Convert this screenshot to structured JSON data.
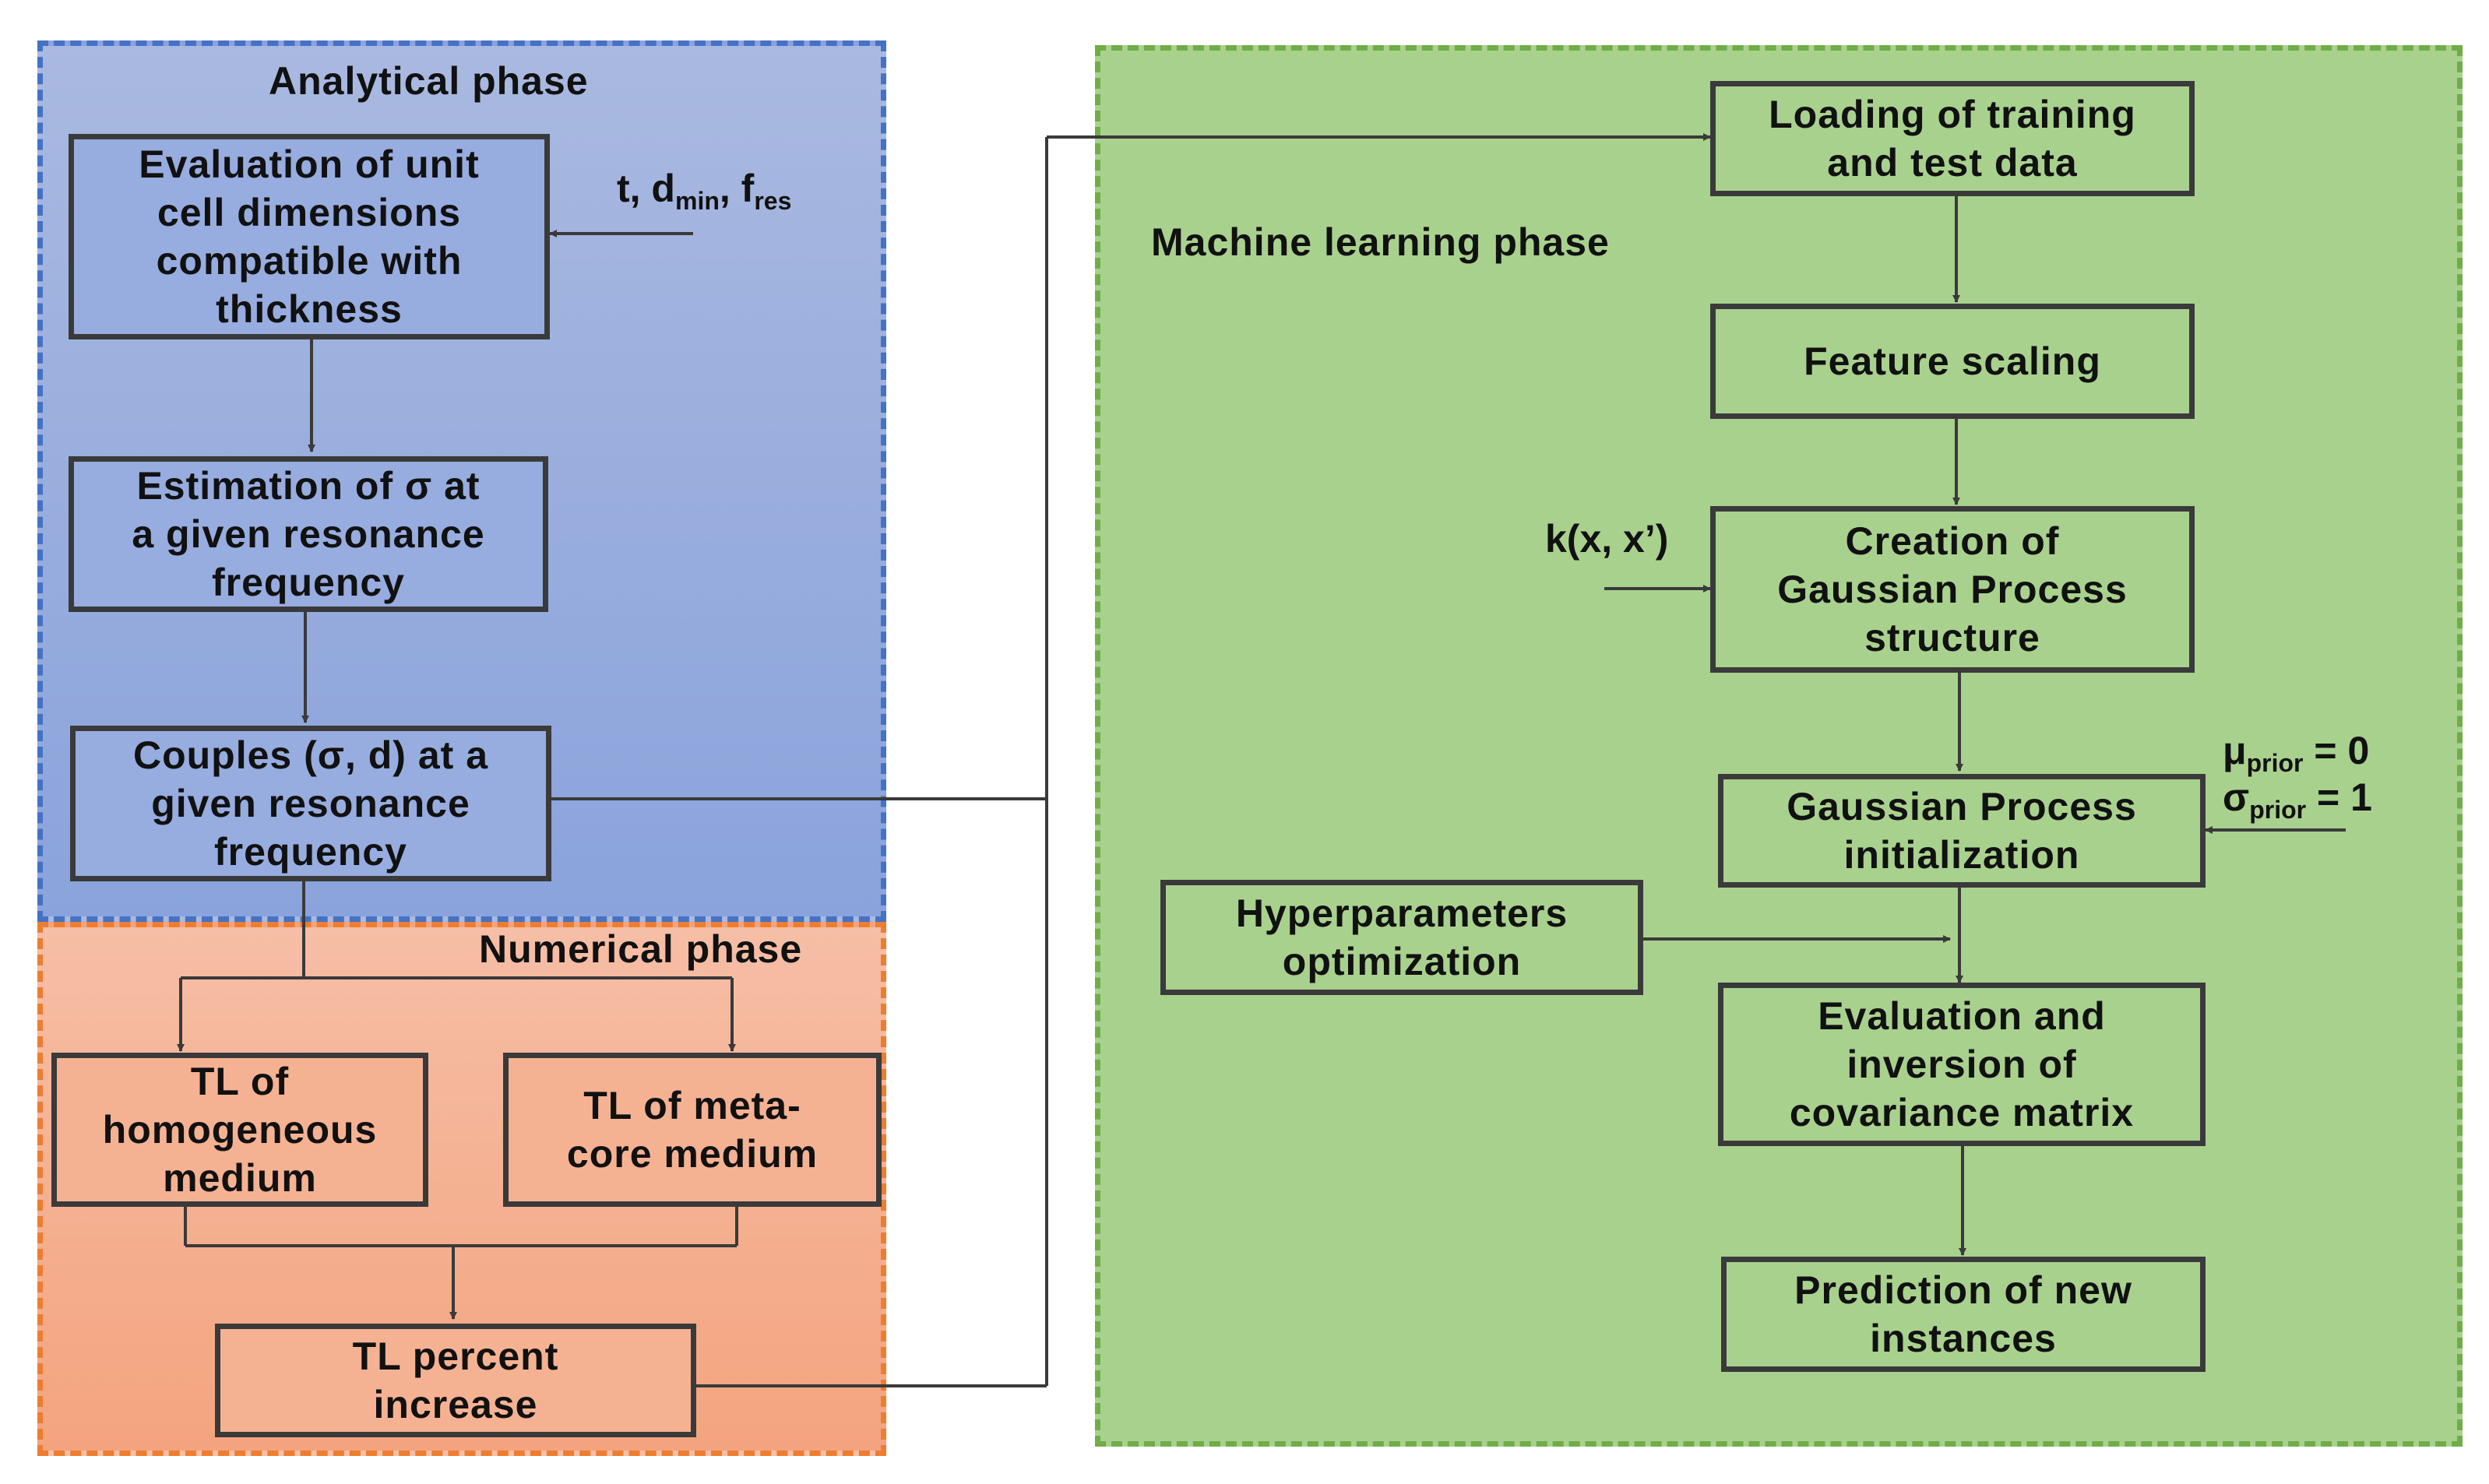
{
  "phases": {
    "analytical": "Analytical phase",
    "numerical": "Numerical phase",
    "machine_learning": "Machine learning phase"
  },
  "analytical_steps": {
    "unit_cell": "Evaluation of unit\ncell dimensions\ncompatible with\nthickness",
    "sigma": "Estimation of σ at\na given resonance\nfrequency",
    "couples": "Couples (σ, d) at a\ngiven resonance\nfrequency"
  },
  "numerical_steps": {
    "tl_homogeneous": "TL of\nhomogeneous\nmedium",
    "tl_metacore": "TL of meta-\ncore medium",
    "tl_percent": "TL percent\nincrease"
  },
  "ml_steps": {
    "loading": "Loading of training\nand test data",
    "scaling": "Feature scaling",
    "creation": "Creation of\nGaussian Process\nstructure",
    "initialization": "Gaussian Process\ninitialization",
    "hyperparameters": "Hyperparameters\noptimization",
    "covariance": "Evaluation and\ninversion of\ncovariance matrix",
    "prediction": "Prediction of new\ninstances"
  },
  "inputs": {
    "analytical_input": {
      "t": "t, d",
      "dmin_sub": "min",
      "sep": ", f",
      "fres_sub": "res"
    },
    "kernel": "k(x, x’)",
    "mu_prior": {
      "sym": "μ",
      "sub": "prior",
      "val": " = 0"
    },
    "sigma_prior": {
      "sym": "σ",
      "sub": "prior",
      "val": " = 1"
    }
  },
  "colors": {
    "analytical_fill": "#97acdf",
    "analytical_border": "#4472c4",
    "numerical_fill": "#f5b293",
    "numerical_border": "#ed7d31",
    "ml_fill": "#a9d18e",
    "ml_border": "#70ad47",
    "box_border": "#3a3a3a"
  }
}
